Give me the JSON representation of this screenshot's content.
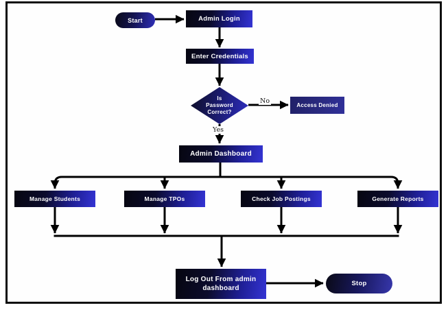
{
  "diagram": {
    "type": "flowchart",
    "nodes": {
      "start": {
        "label": "Start"
      },
      "admin_login": {
        "label": "Admin Login"
      },
      "enter_credentials": {
        "label": "Enter Credentials"
      },
      "password_check": {
        "lines": [
          "Is",
          "Password",
          "Correct?"
        ]
      },
      "access_denied": {
        "label": "Access Denied"
      },
      "admin_dashboard": {
        "label": "Admin Dashboard"
      },
      "manage_students": {
        "label": "Manage Students"
      },
      "manage_tpos": {
        "label": "Manage TPOs"
      },
      "check_job_postings": {
        "label": "Check Job Postings"
      },
      "generate_reports": {
        "label": "Generate Reports"
      },
      "logout": {
        "label": "Log Out From admin dashboard"
      },
      "stop": {
        "label": "Stop"
      }
    },
    "edge_labels": {
      "no": "No",
      "yes": "Yes"
    },
    "colors": {
      "node_gradient_dark": "#060610",
      "node_gradient_blue": "#3434d4",
      "access_denied_indigo": "#2a2a80",
      "line": "#000000",
      "text": "#ffffff",
      "frame": "#0b0b0b"
    }
  }
}
